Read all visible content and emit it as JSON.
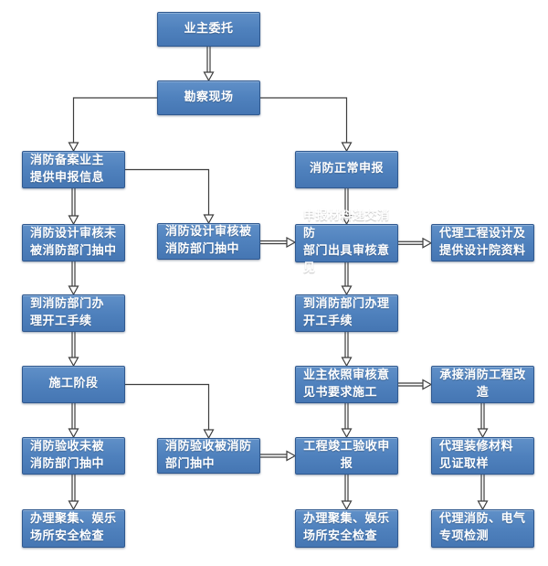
{
  "diagram": {
    "type": "flowchart",
    "colors": {
      "node_fill": "#4f81bd",
      "node_border": "#30598f",
      "node_text": "#ffffff",
      "connector_line": "#3d3d3d",
      "arrowhead_fill": "#ffffff",
      "background": "#ffffff"
    },
    "nodes": [
      {
        "id": "owner-entrust",
        "label": "业主委托"
      },
      {
        "id": "site-survey",
        "label": "勘察现场"
      },
      {
        "id": "filing-owner-info",
        "label": "消防备案业主\n提供申报信息"
      },
      {
        "id": "normal-application",
        "label": "消防正常申报"
      },
      {
        "id": "design-not-selected",
        "label": "消防设计审核未\n被消防部门抽中"
      },
      {
        "id": "design-selected",
        "label": "消防设计审核被\n消防部门抽中"
      },
      {
        "id": "submit-materials",
        "label": "申报材料递交消防\n部门出具审核意见"
      },
      {
        "id": "agency-design",
        "label": "代理工程设计及\n提供设计院资料"
      },
      {
        "id": "left-start-procedures",
        "label": "到消防部门办\n理开工手续"
      },
      {
        "id": "right-start-procedures",
        "label": "到消防部门办理\n开工手续"
      },
      {
        "id": "construction-phase",
        "label": "施工阶段"
      },
      {
        "id": "owner-follow-review",
        "label": "业主依照审核意\n见书要求施工"
      },
      {
        "id": "undertake-renovation",
        "label": "承接消防工程改造"
      },
      {
        "id": "acceptance-not-selected",
        "label": "消防验收未被\n消防部门抽中"
      },
      {
        "id": "acceptance-selected",
        "label": "消防验收被消防\n部门抽中"
      },
      {
        "id": "completion-acceptance",
        "label": "工程竣工验收申报"
      },
      {
        "id": "material-sampling",
        "label": "代理装修材料\n见证取样"
      },
      {
        "id": "left-safety-check",
        "label": "办理聚集、娱乐\n场所安全检查"
      },
      {
        "id": "right-safety-check",
        "label": "办理聚集、娱乐\n场所安全检查"
      },
      {
        "id": "special-inspection",
        "label": "代理消防、电气\n专项检测"
      }
    ],
    "edges": [
      {
        "from": "owner-entrust",
        "to": "site-survey",
        "style": "straight-down"
      },
      {
        "from": "site-survey",
        "to": "filing-owner-info",
        "style": "elbow-left-down"
      },
      {
        "from": "site-survey",
        "to": "normal-application",
        "style": "elbow-right-down"
      },
      {
        "from": "filing-owner-info",
        "to": "design-not-selected",
        "style": "straight-down"
      },
      {
        "from": "filing-owner-info",
        "to": "design-selected",
        "style": "elbow-right-down"
      },
      {
        "from": "design-not-selected",
        "to": "left-start-procedures",
        "style": "straight-down"
      },
      {
        "from": "design-selected",
        "to": "submit-materials",
        "style": "straight-right"
      },
      {
        "from": "normal-application",
        "to": "submit-materials",
        "style": "straight-down"
      },
      {
        "from": "submit-materials",
        "to": "agency-design",
        "style": "straight-right"
      },
      {
        "from": "submit-materials",
        "to": "right-start-procedures",
        "style": "straight-down"
      },
      {
        "from": "left-start-procedures",
        "to": "construction-phase",
        "style": "straight-down"
      },
      {
        "from": "right-start-procedures",
        "to": "owner-follow-review",
        "style": "straight-down"
      },
      {
        "from": "construction-phase",
        "to": "acceptance-not-selected",
        "style": "straight-down"
      },
      {
        "from": "construction-phase",
        "to": "acceptance-selected",
        "style": "elbow-right-down"
      },
      {
        "from": "owner-follow-review",
        "to": "undertake-renovation",
        "style": "straight-right"
      },
      {
        "from": "owner-follow-review",
        "to": "completion-acceptance",
        "style": "straight-down"
      },
      {
        "from": "acceptance-not-selected",
        "to": "left-safety-check",
        "style": "straight-down"
      },
      {
        "from": "acceptance-selected",
        "to": "completion-acceptance",
        "style": "straight-right"
      },
      {
        "from": "completion-acceptance",
        "to": "right-safety-check",
        "style": "straight-down"
      },
      {
        "from": "undertake-renovation",
        "to": "material-sampling",
        "style": "straight-down"
      },
      {
        "from": "material-sampling",
        "to": "special-inspection",
        "style": "straight-down"
      }
    ]
  }
}
